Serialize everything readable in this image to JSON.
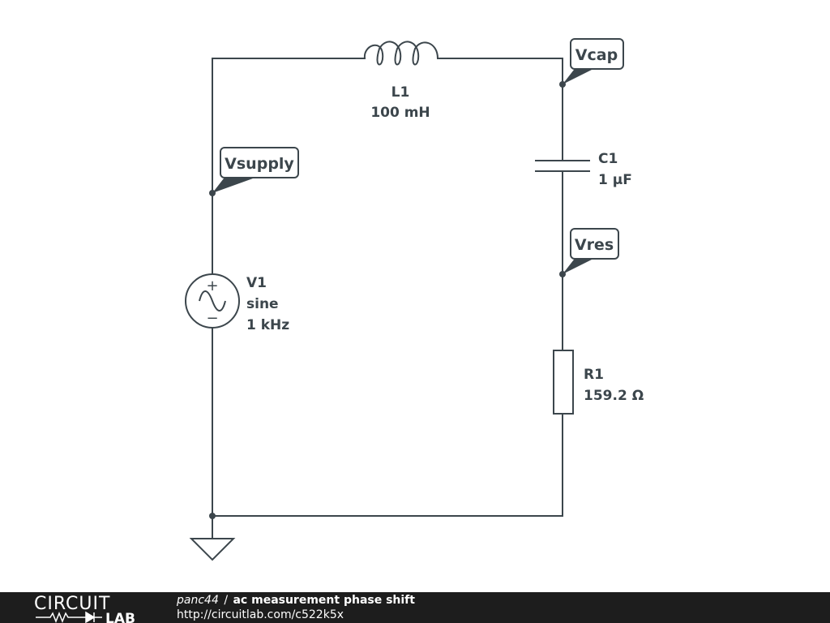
{
  "components": {
    "inductor": {
      "ref": "L1",
      "value": "100 mH"
    },
    "capacitor": {
      "ref": "C1",
      "value": "1 µF"
    },
    "resistor": {
      "ref": "R1",
      "value": "159.2 Ω"
    },
    "source": {
      "ref": "V1",
      "type": "sine",
      "value": "1 kHz",
      "plus": "+",
      "minus": "−"
    }
  },
  "probes": {
    "vcap": "Vcap",
    "vsupply": "Vsupply",
    "vres": "Vres"
  },
  "footer": {
    "logo_top": "CIRCUIT",
    "logo_bottom": "LAB",
    "user": "panc44",
    "separator": "/",
    "title": "ac measurement phase shift",
    "url": "http://circuitlab.com/c522k5x"
  }
}
